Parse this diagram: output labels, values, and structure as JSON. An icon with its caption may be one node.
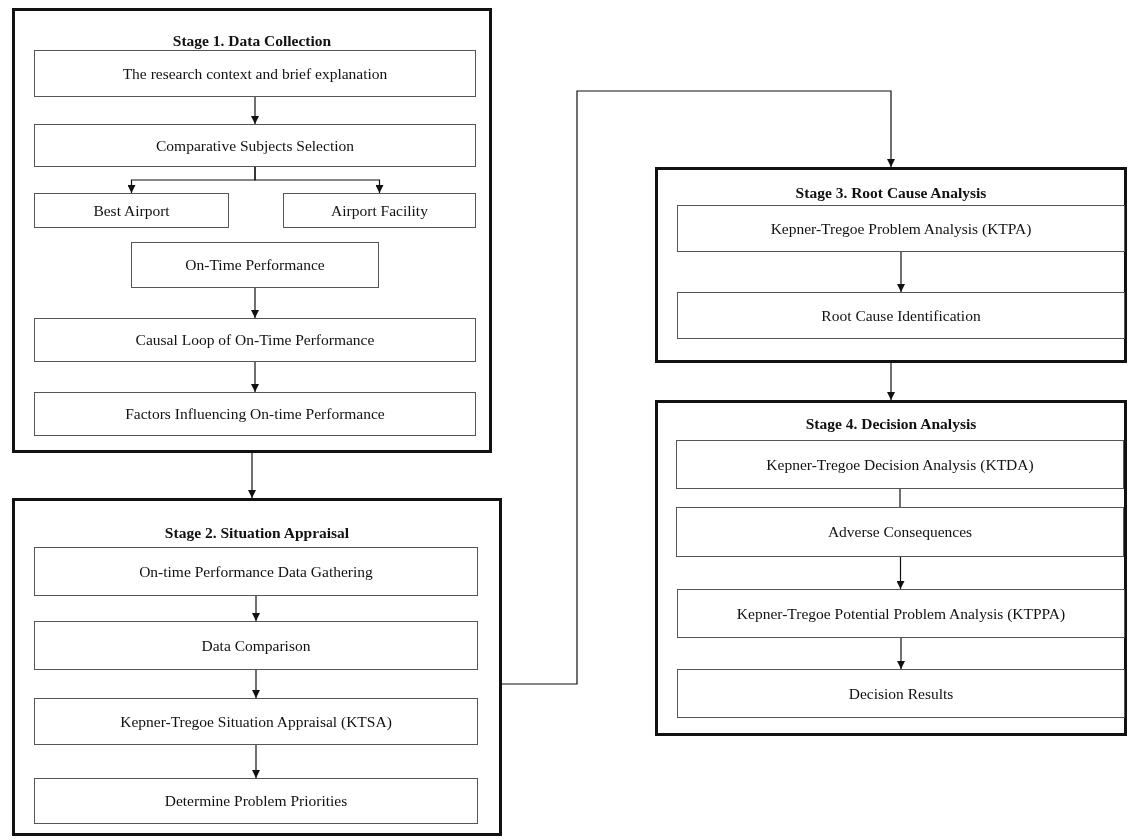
{
  "diagram": {
    "nodes": [
      {
        "text": [
          "Stage 1. Data Collection"
        ]
      },
      {
        "text": [
          "The research context and brief explanation"
        ],
        "in": 0
      },
      {
        "text": [
          "Comparative Subjects Selection"
        ],
        "in": 0
      },
      {
        "text": [
          "Best Airport"
        ],
        "in": 0
      },
      {
        "text": [
          "Airport Facility"
        ],
        "in": 0
      },
      {
        "text": [
          "On-Time Performance"
        ],
        "in": 0
      },
      {
        "text": [
          "Causal Loop of On-Time Performance"
        ],
        "in": 0
      },
      {
        "text": [
          "Factors Influencing On-time Performance"
        ],
        "in": 0
      },
      {
        "text": [
          "Stage 2. Situation Appraisal"
        ]
      },
      {
        "text": [
          "On-time Performance Data Gathering"
        ],
        "in": 8
      },
      {
        "text": [
          "Data Comparison"
        ],
        "in": 8
      },
      {
        "text": [
          "Kepner-Tregoe Situation Appraisal (KTSA)"
        ],
        "in": 8
      },
      {
        "text": [
          "Determine Problem Priorities"
        ],
        "in": 8
      },
      {
        "text": [
          "Stage 3. Root Cause Analysis"
        ]
      },
      {
        "text": [
          "Kepner-Tregoe Problem Analysis (KTPA)"
        ],
        "in": 13
      },
      {
        "text": [
          "Root Cause Identification"
        ],
        "in": 13
      },
      {
        "text": [
          "Stage 4. Decision Analysis"
        ]
      },
      {
        "text": [
          "Kepner-Tregoe Decision Analysis (KTDA)"
        ],
        "in": 16
      },
      {
        "text": [
          "Adverse Consequences"
        ],
        "in": 16
      },
      {
        "text": [
          "Kepner-Tregoe Potential Problem Analysis (KTPPA)"
        ],
        "in": 16
      },
      {
        "text": [
          "Decision Results"
        ],
        "in": 16
      }
    ],
    "edges": [
      {
        "from": 1,
        "to": 2,
        "arrow": "to"
      },
      {
        "from": 2,
        "to": 3,
        "arrow": "to"
      },
      {
        "from": 2,
        "to": 4,
        "arrow": "to"
      },
      {
        "from": 5,
        "to": 6,
        "arrow": "to"
      },
      {
        "from": 6,
        "to": 7,
        "arrow": "to"
      },
      {
        "from": 0,
        "to": 8,
        "arrow": "to"
      },
      {
        "from": 9,
        "to": 10,
        "arrow": "to"
      },
      {
        "from": 10,
        "to": 11,
        "arrow": "to"
      },
      {
        "from": 11,
        "to": 12,
        "arrow": "to"
      },
      {
        "from": 8,
        "to": 13,
        "arrow": "to"
      },
      {
        "from": 14,
        "to": 15,
        "arrow": "to"
      },
      {
        "from": 13,
        "to": 16,
        "arrow": "to"
      },
      {
        "from": 17,
        "to": 18,
        "arrow": "none"
      },
      {
        "from": 18,
        "to": 19,
        "arrow": "to"
      },
      {
        "from": 19,
        "to": 20,
        "arrow": "to"
      }
    ]
  }
}
